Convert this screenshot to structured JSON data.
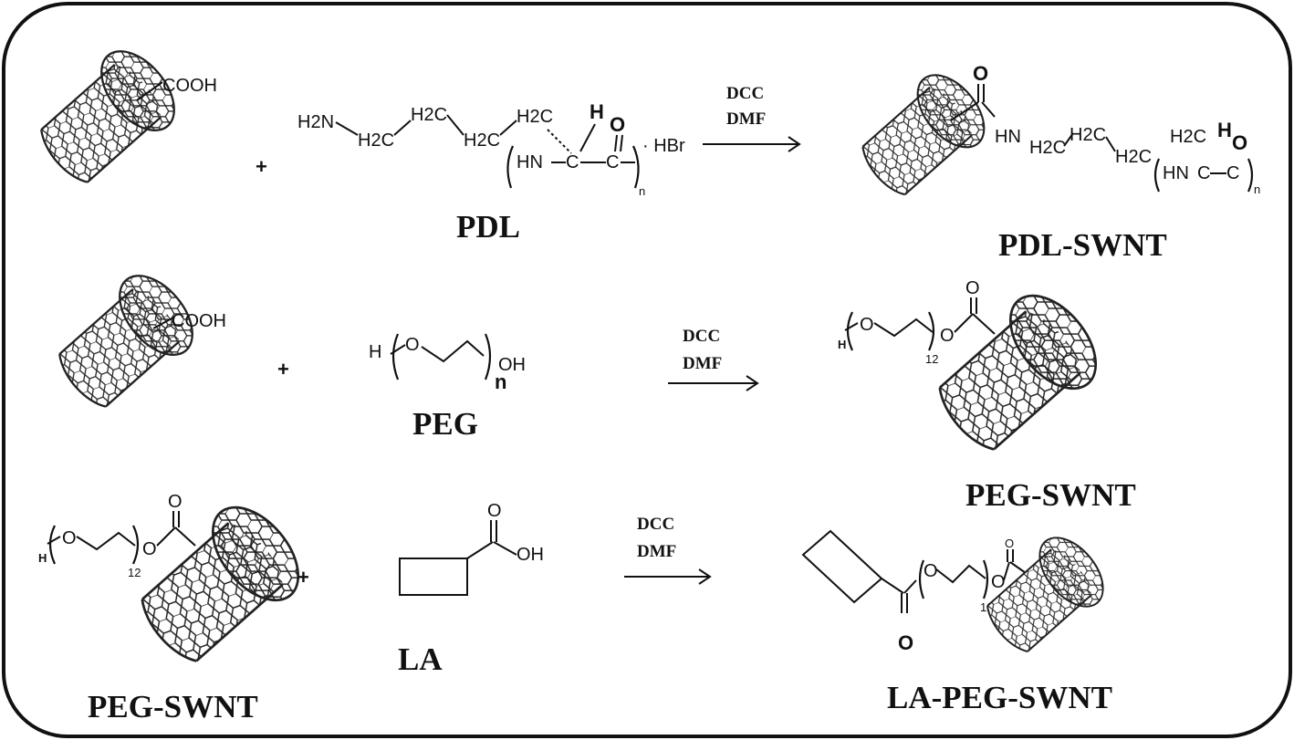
{
  "reactions": [
    {
      "reactant1": {
        "group": "COOH"
      },
      "plus": "+",
      "reactant2": {
        "amine": "H2N",
        "chain1": "H2C",
        "chain2": "H2C",
        "chain3": "H2C",
        "side": "H2C",
        "h": "H",
        "o": "O",
        "nh": "HN",
        "c1": "C",
        "c2": "C",
        "n_sub": "n",
        "salt": "· HBr",
        "label": "PDL"
      },
      "reagents": [
        "DCC",
        "DMF"
      ],
      "product": {
        "o": "O",
        "hn": "HN",
        "chain1": "H2C",
        "chain2": "H2C",
        "chain3": "H2C",
        "side": "H2C",
        "h": "H",
        "o2": "O",
        "nh": "HN",
        "c1": "C",
        "c2": "C",
        "n_sub": "n",
        "label": "PDL-SWNT"
      }
    },
    {
      "reactant1": {
        "group": "COOH"
      },
      "plus": "+",
      "reactant2": {
        "h": "H",
        "o": "O",
        "oh": "OH",
        "n_sub": "n",
        "label": "PEG"
      },
      "reagents": [
        "DCC",
        "DMF"
      ],
      "product": {
        "h": "H",
        "o1": "O",
        "o2": "O",
        "o3": "O",
        "sub": "12",
        "label": "PEG-SWNT"
      }
    },
    {
      "reactant1": {
        "h": "H",
        "o1": "O",
        "o2": "O",
        "o3": "O",
        "sub": "12",
        "label": "PEG-SWNT"
      },
      "plus": "+",
      "reactant2": {
        "o": "O",
        "oh": "OH",
        "label": "LA"
      },
      "reagents": [
        "DCC",
        "DMF"
      ],
      "product": {
        "o1": "O",
        "o2": "O",
        "o3": "O",
        "o4": "O",
        "sub": "12",
        "label": "LA-PEG-SWNT"
      }
    }
  ]
}
